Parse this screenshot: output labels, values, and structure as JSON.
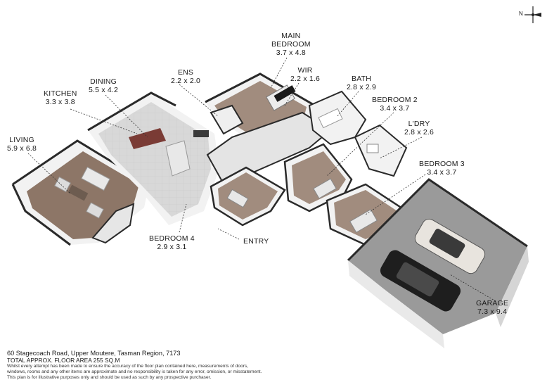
{
  "rooms": {
    "main_bedroom": {
      "name_line1": "MAIN",
      "name_line2": "BEDROOM",
      "dims": "3.7 x 4.8"
    },
    "wir": {
      "name": "WIR",
      "dims": "2.2 x 1.6"
    },
    "ens": {
      "name": "ENS",
      "dims": "2.2 x 2.0"
    },
    "dining": {
      "name": "DINING",
      "dims": "5.5 x 4.2"
    },
    "kitchen": {
      "name": "KITCHEN",
      "dims": "3.3 x 3.8"
    },
    "bath": {
      "name": "BATH",
      "dims": "2.8 x 2.9"
    },
    "bedroom2": {
      "name": "BEDROOM 2",
      "dims": "3.4 x 3.7"
    },
    "ldry": {
      "name": "L'DRY",
      "dims": "2.8 x 2.6"
    },
    "living": {
      "name": "LIVING",
      "dims": "5.9 x 6.8"
    },
    "bedroom3": {
      "name": "BEDROOM 3",
      "dims": "3.4 x 3.7"
    },
    "bedroom4": {
      "name": "BEDROOM 4",
      "dims": "2.9 x 3.1"
    },
    "entry": {
      "name": "ENTRY"
    },
    "garage": {
      "name": "GARAGE",
      "dims": "7.3 x 9.4"
    }
  },
  "compass": {
    "north_label": "N"
  },
  "footer": {
    "address": "60 Stagecoach Road, Upper Moutere, Tasman Region, 7173",
    "total_area": "TOTAL APPROX. FLOOR AREA 255 SQ.M",
    "disclaimer_line1": "Whilst every attempt has been made to ensure the accuracy of the floor plan contained here, measurements of doors,",
    "disclaimer_line2": "windows, rooms and any other items are approximate and no responsibility is taken for any error, omission, or misstatement.",
    "disclaimer_line3": "This plan is for illustrative purposes only and should be used as such by any prospective purchaser."
  },
  "colors": {
    "wall_top": "#2a2a2a",
    "wall_face": "#f4f4f4",
    "floor_timber": "#8c7566",
    "floor_tile": "#d6d6d6",
    "floor_garage": "#9a9a9a",
    "carpet": "#a08a7a"
  }
}
